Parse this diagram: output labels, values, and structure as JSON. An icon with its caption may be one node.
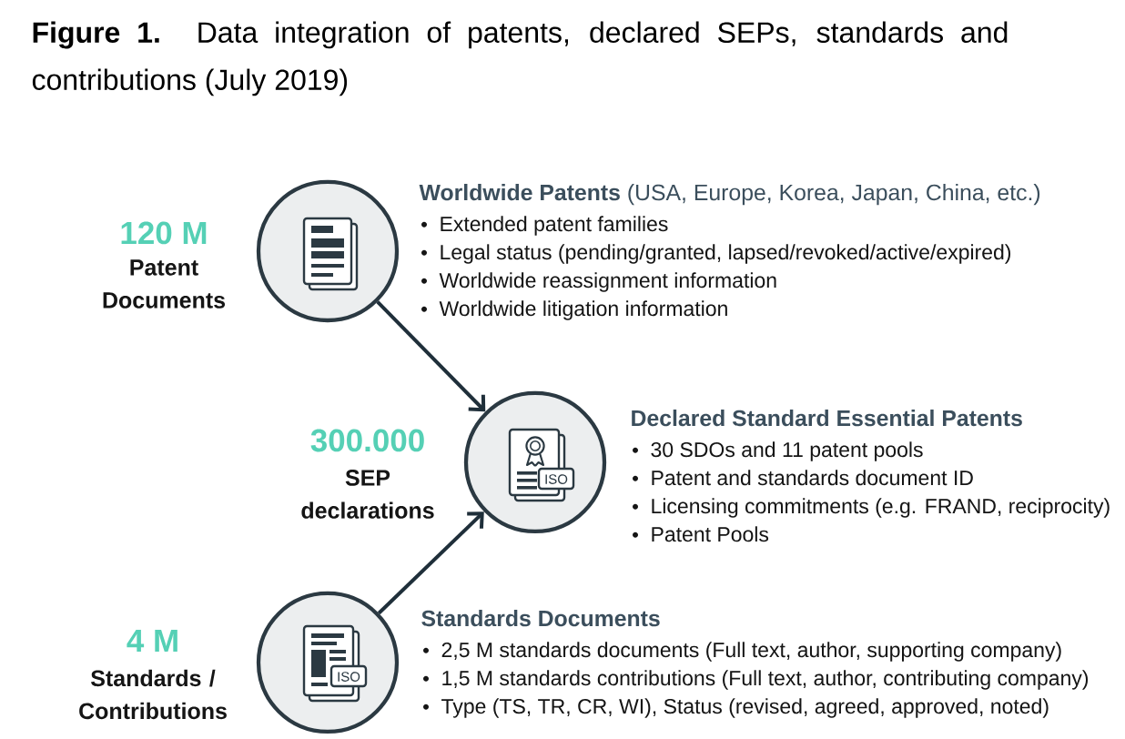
{
  "diagram": {
    "caption": "**Figure 1.** Data integration of patents, declared SEPs, standards and contributions (July 2019)",
    "nodes": [
      {
        "text": [],
        "shape": "circle",
        "beside": [
          "120 M",
          "Patent Documents",
          "**Worldwide Patents** (USA, Europe, Korea, Japan, China, etc.)",
          "Extended patent families",
          "Legal status (pending/granted, lapsed/revoked/active/expired)",
          "Worldwide reassignment information",
          "Worldwide litigation information"
        ]
      },
      {
        "text": [],
        "shape": "circle",
        "beside": [
          "300.000",
          "SEP declarations",
          "Declared Standard Essential Patents",
          "30 SDOs and 11 patent pools",
          "Patent and standards document ID",
          "Licensing commitments (e.g. FRAND, reciprocity)",
          "Patent Pools"
        ]
      },
      {
        "text": [],
        "shape": "circle",
        "beside": [
          "4 M",
          "Standards / Contributions",
          "Standards Documents",
          "2,5 M standards documents (Full text, author, supporting company)",
          "1,5 M standards contributions (Full text, author, contributing company)",
          "Type (TS, TR, CR, WI), Status (revised, agreed, approved, noted)"
        ]
      }
    ],
    "edges": [
      {
        "from": 0,
        "to": 1,
        "arrow": "to"
      },
      {
        "from": 2,
        "to": 1,
        "arrow": "to"
      }
    ],
    "labels": [
      "ISO",
      "ISO"
    ]
  }
}
